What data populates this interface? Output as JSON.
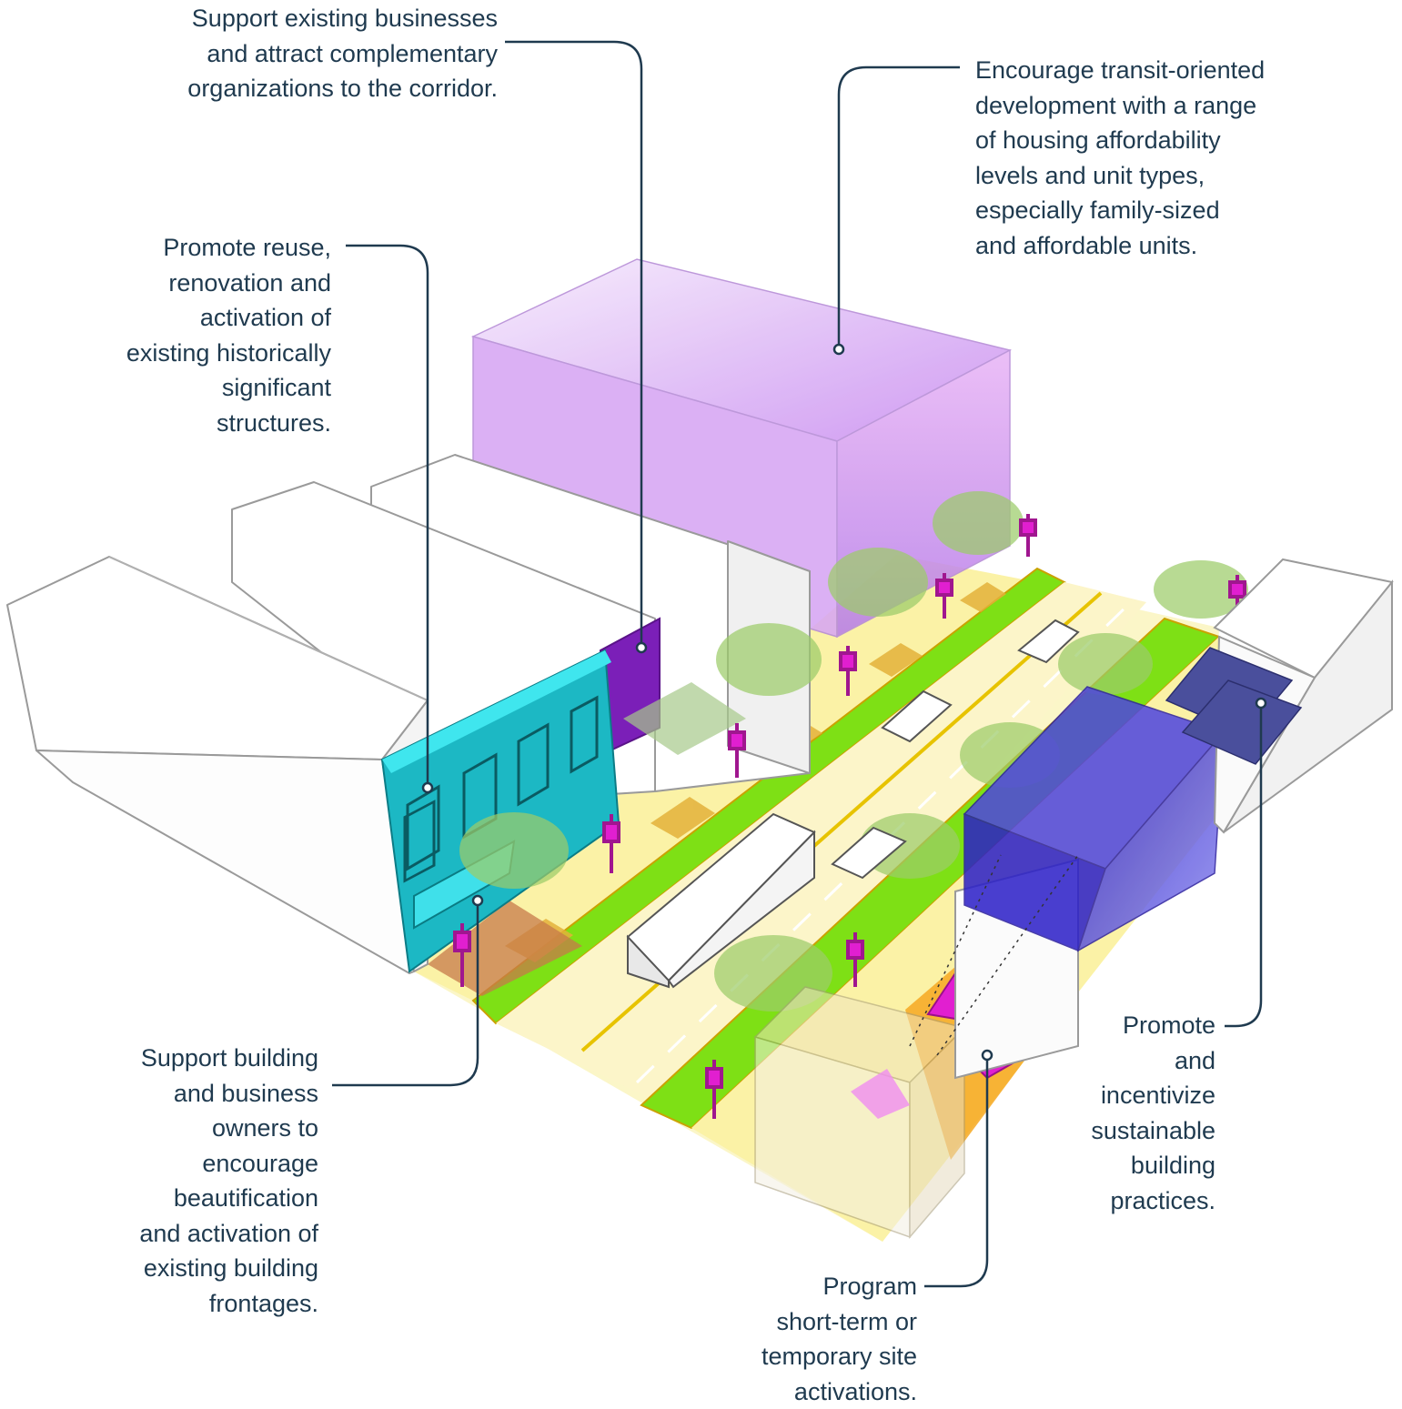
{
  "colors": {
    "callout_text": "#1f3a4f",
    "leader_line": "#1f3a4f",
    "bike_lane": "#7ee015",
    "sidewalk": "#fbf2a6",
    "tower_volume": "#c98cf0",
    "new_building_volume": "#3a2fd6",
    "historic_facade": "#1cb8c4",
    "storefront": "#7b1fb8",
    "activation_site": "#f6a821",
    "art_installation": "#e11fd0",
    "tree_canopy": "#9ccc6a"
  },
  "callouts": [
    {
      "id": "businesses",
      "lines": [
        "Support existing businesses",
        "and attract complementary",
        "organizations to the corridor."
      ]
    },
    {
      "id": "tod",
      "lines": [
        "Encourage transit-oriented",
        "development with a range",
        "of housing affordability",
        "levels and unit types,",
        "especially family-sized",
        "and affordable units."
      ]
    },
    {
      "id": "reuse",
      "lines": [
        "Promote reuse,",
        "renovation and",
        "activation of",
        "existing historically",
        "significant",
        "structures."
      ]
    },
    {
      "id": "owners",
      "lines": [
        "Support building",
        "and business",
        "owners to",
        "encourage",
        "beautification",
        "and activation of",
        "existing building",
        "frontages."
      ]
    },
    {
      "id": "sustainable",
      "lines": [
        "Promote",
        "and",
        "incentivize",
        "sustainable",
        "building",
        "practices."
      ]
    },
    {
      "id": "program",
      "lines": [
        "Program",
        "short-term or",
        "temporary site",
        "activations."
      ]
    }
  ]
}
